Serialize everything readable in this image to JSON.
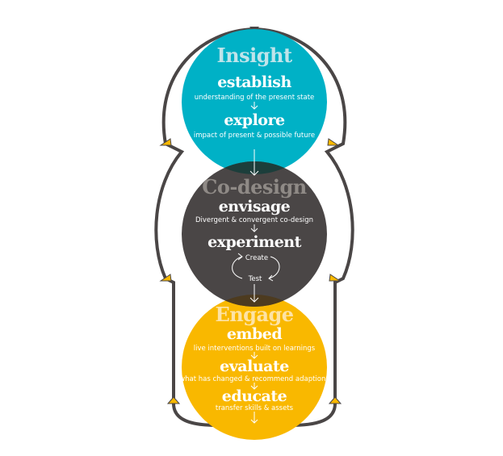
{
  "colors": {
    "insight": "#00b1c6",
    "codesign": "#4a4646",
    "engage": "#f9b800",
    "outline": "#4a4646",
    "accent": "#f9b800"
  },
  "insight": {
    "title": "Insight",
    "steps": [
      {
        "name": "establish",
        "desc": "understanding of the present state"
      },
      {
        "name": "explore",
        "desc": "impact of present & possible future"
      }
    ]
  },
  "codesign": {
    "title": "Co-design",
    "steps": [
      {
        "name": "envisage",
        "desc": "Divergent & convergent co-design"
      },
      {
        "name": "experiment",
        "cycle": [
          "Create",
          "Test"
        ]
      }
    ]
  },
  "engage": {
    "title": "Engage",
    "steps": [
      {
        "name": "embed",
        "desc": "live interventions built on learnings"
      },
      {
        "name": "evaluate",
        "desc": "what has changed & recommend adaptions"
      },
      {
        "name": "educate",
        "desc": "transfer skills & assets"
      }
    ]
  }
}
